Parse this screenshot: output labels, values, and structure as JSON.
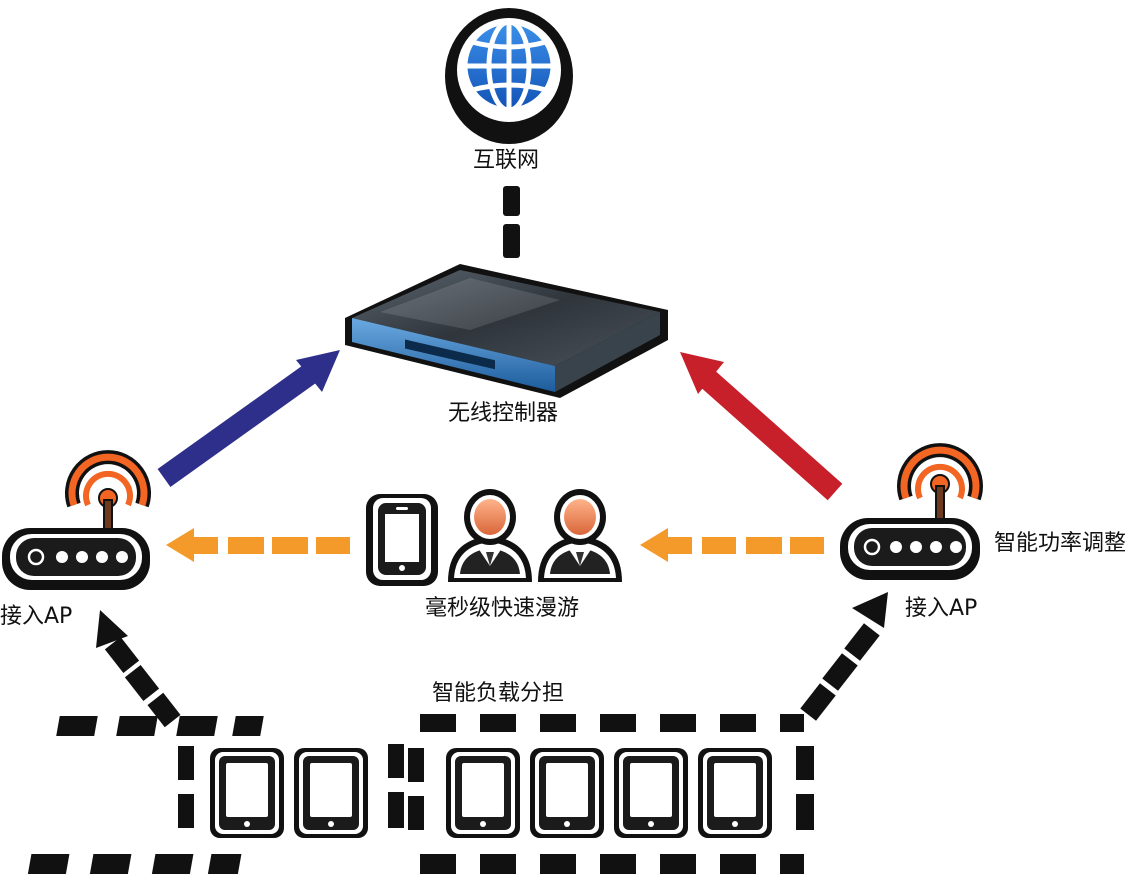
{
  "labels": {
    "internet": "互联网",
    "controller": "无线控制器",
    "ap_left": "接入AP",
    "ap_right": "接入AP",
    "power_adjust": "智能功率调整",
    "roaming": "毫秒级快速漫游",
    "load_balance": "智能负载分担"
  },
  "icons": {
    "internet": "globe-icon",
    "controller": "wireless-controller-icon",
    "ap": "wifi-access-point-icon",
    "phone": "smartphone-icon",
    "user": "user-icon",
    "tablet": "tablet-icon"
  },
  "colors": {
    "globe": "#1c6fd1",
    "arrow_left": "#2e2f8a",
    "arrow_right": "#c8202a",
    "roaming_arrow": "#f39a2b",
    "dashed": "#111111",
    "signal": "#f26522"
  }
}
